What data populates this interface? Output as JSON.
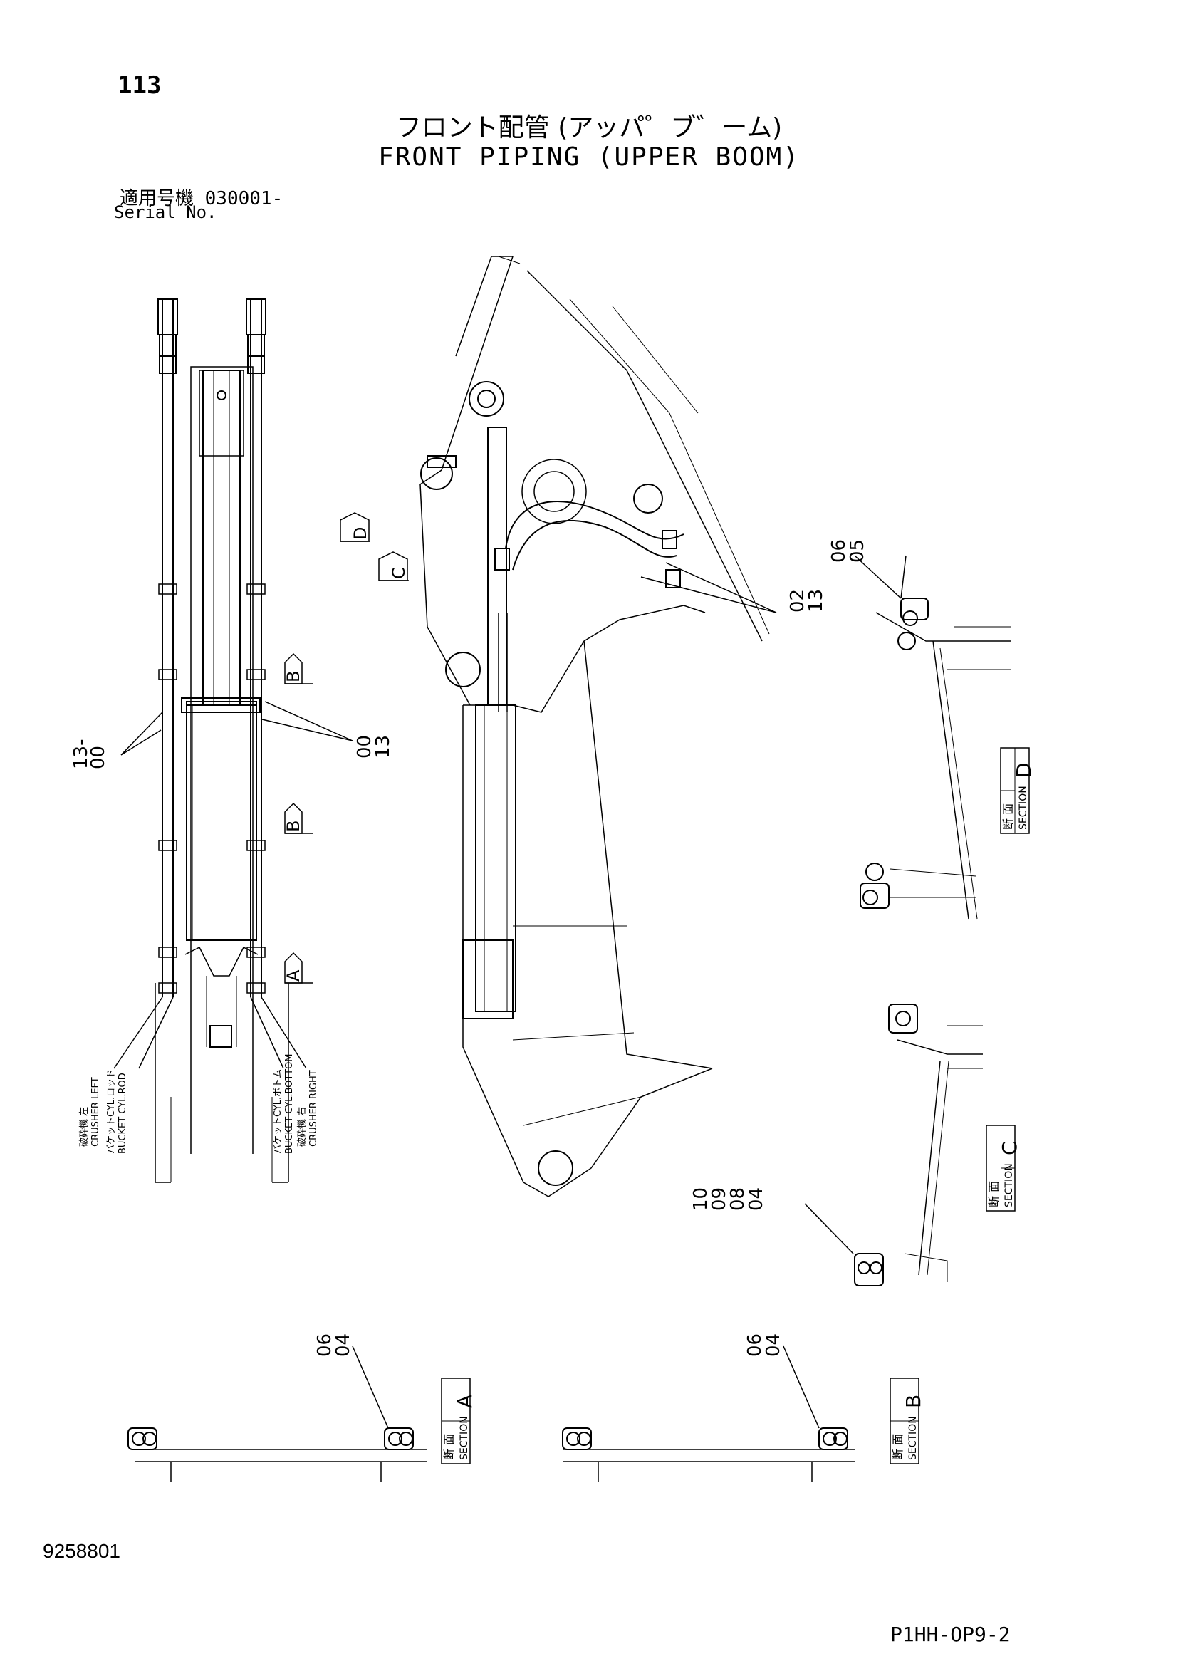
{
  "header": {
    "page_number": "113",
    "title_jp": "フロント配管 (アッパ゜ブ゛ーム)",
    "title_en": "FRONT PIPING (UPPER BOOM)",
    "serial_label_jp": "適用号機  030001-",
    "serial_label_en": "Serial No."
  },
  "callouts": {
    "left_pair_a": "13-",
    "left_pair_b": "00",
    "right_pair_a": "00",
    "right_pair_b": "13",
    "top_pair_a": "02",
    "top_pair_b": "13",
    "d_pair_a": "06",
    "d_pair_b": "05",
    "c_quad_a": "10",
    "c_quad_b": "09",
    "c_quad_c": "08",
    "c_quad_d": "04",
    "a_pair_a": "06",
    "a_pair_b": "04",
    "b_pair_a": "06",
    "b_pair_b": "04"
  },
  "section_markers": {
    "a": "A",
    "b": "B",
    "c": "C",
    "d": "D"
  },
  "section_labels": {
    "jp": "断 面",
    "en": "SECTION"
  },
  "hose_labels": {
    "crusher_left_jp": "破砕機 左",
    "crusher_left_en": "CRUSHER LEFT",
    "bucket_rod_jp": "バケットCYL.ロッド",
    "bucket_rod_en": "BUCKET CYL.ROD",
    "bucket_bottom_jp": "バケットCYL.ボトム",
    "bucket_bottom_en": "BUCKET CYL.BOTTOM",
    "crusher_right_jp": "破砕機 右",
    "crusher_right_en": "CRUSHER RIGHT"
  },
  "footer": {
    "document_number": "9258801",
    "sheet_code": "P1HH-OP9-2"
  }
}
